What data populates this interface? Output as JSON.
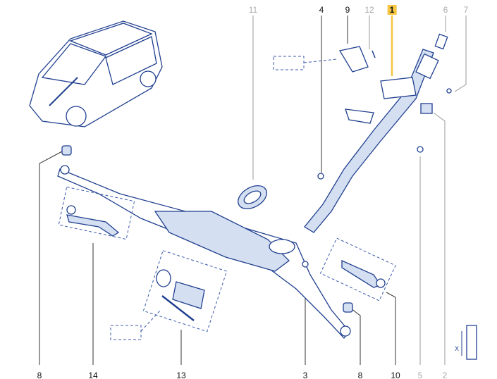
{
  "diagram": {
    "title": "Steering rack and column exploded parts diagram",
    "labels_top": [
      {
        "num": "11",
        "state": "grey"
      },
      {
        "num": "4",
        "state": "dark"
      },
      {
        "num": "9",
        "state": "dark"
      },
      {
        "num": "12",
        "state": "grey"
      },
      {
        "num": "1",
        "state": "highlighted"
      },
      {
        "num": "6",
        "state": "grey"
      },
      {
        "num": "7",
        "state": "grey"
      }
    ],
    "labels_bottom": [
      {
        "num": "8",
        "state": "dark"
      },
      {
        "num": "14",
        "state": "dark"
      },
      {
        "num": "13",
        "state": "dark"
      },
      {
        "num": "3",
        "state": "dark"
      },
      {
        "num": "8",
        "state": "dark"
      },
      {
        "num": "10",
        "state": "dark"
      },
      {
        "num": "5",
        "state": "grey"
      },
      {
        "num": "2",
        "state": "grey"
      }
    ],
    "highlight_color": "#f5c542",
    "part_color": "#1f3f8f"
  }
}
